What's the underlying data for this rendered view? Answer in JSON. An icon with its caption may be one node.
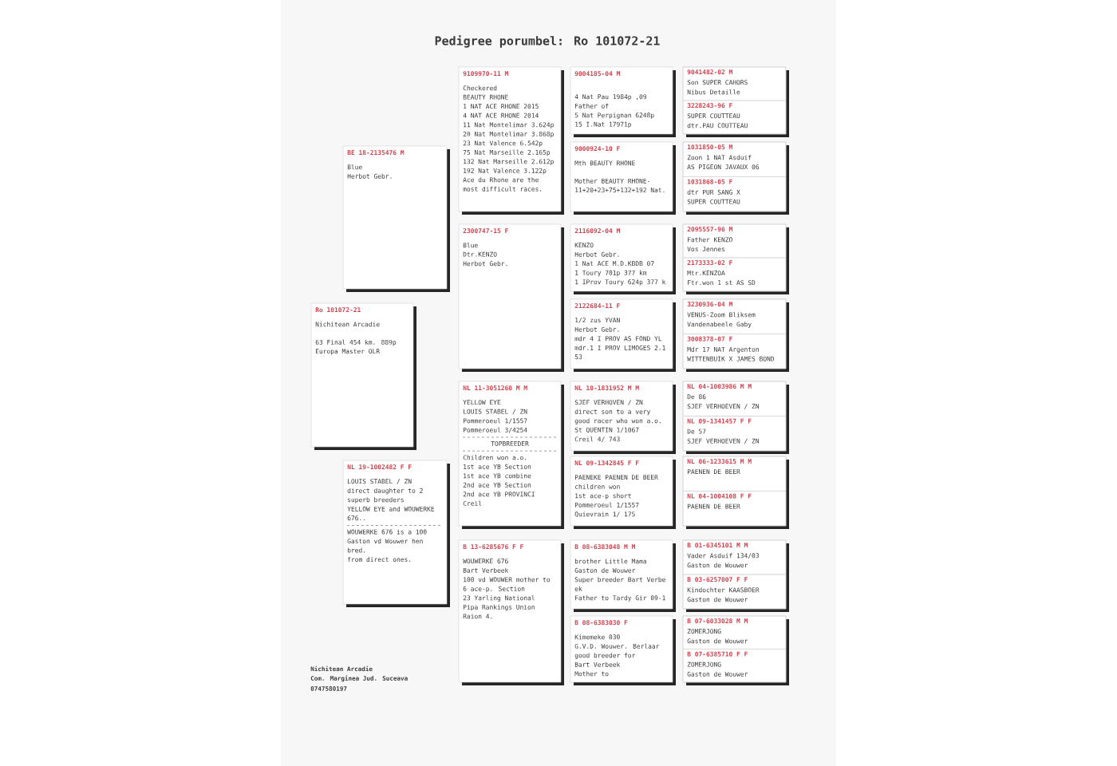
{
  "diagram": {
    "title": "Pedigree porumbel: Ro 101072-21",
    "nodes": [
      {
        "text": [
          "BE 18-2135476 M",
          "Blue",
          "Herbot Gebr."
        ]
      },
      {
        "text": [
          "Ro 101072-21",
          "Nichitean Arcadie",
          "63 Final 454 km. 889p",
          "Europa Master OLR"
        ]
      },
      {
        "text": [
          "NL 19-1002482 F F",
          "LOUIS STABEL / ZN",
          "direct daughter to 2",
          "superb breeders",
          "YELLOW EYE and WOUWERKE",
          "676..",
          "WOUWERKE 676 is a 100",
          "Gaston vd Wouwer hen",
          "bred.",
          "from direct ones."
        ]
      },
      {
        "text": [
          "9109970-11 M",
          "Checkered",
          "BEAUTY RHONE",
          "1 NAT ACE RHONE 2015",
          "4 NAT ACE RHONE 2014",
          "11 Nat Montelimar 3.624p",
          "20 Nat Montelimar 3.868p",
          "23 Nat Valence 6.542p",
          "75 Nat Marseille 2.165p",
          "132 Nat Marseille 2.612p",
          "192 Nat Valence 3.122p",
          "Ace du Rhone are the",
          "most difficult races."
        ]
      },
      {
        "text": [
          "2300747-15 F",
          "Blue",
          "Dtr.KENZO",
          "Herbot Gebr."
        ]
      },
      {
        "text": [
          "NL 11-3051260 M M",
          "YELLOW EYE",
          "LOUIS STABEL / ZN",
          "Pommeroeul 1/1557",
          "Pommeroeul 3/4254",
          "TOPBREEDER",
          "Children won a.o.",
          "1st ace YB Section",
          "1st ace YB combine",
          "2nd ace YB Section",
          "2nd ace YB PROVINCI",
          "Creil"
        ]
      },
      {
        "text": [
          "B 13-6285676 F F",
          "WOUWERKE 676",
          "Bart Verbeek",
          "100 vd WOUWER mother to",
          "6 ace-p. Section",
          "23 Yarling National",
          "Pipa Rankings Union",
          "Raion 4."
        ]
      },
      {
        "text": [
          "9004185-04 M",
          "4 Nat Pau 1984p ,09",
          "Father of",
          "5 Nat Perpignan 6248p",
          "15 I.Nat 17971p"
        ]
      },
      {
        "text": [
          "9000924-10 F",
          "Mth BEAUTY RHONE",
          "Mother BEAUTY RHONE-",
          "11+20+23+75+132+192 Nat."
        ]
      },
      {
        "text": [
          "2116092-04 M",
          "KENZO",
          "Herbot Gebr.",
          "1 Nat ACE M.D.KBDB 07",
          "1 Toury 701p 377 km",
          "1 IProv Toury 624p 377 k"
        ]
      },
      {
        "text": [
          "2122684-11 F",
          "1/2 zus YVAN",
          "Herbot Gebr.",
          "mdr 4 I PROV AS FOND YL",
          "mdr.1 I PROV LIMOGES 2.1",
          "53"
        ]
      },
      {
        "text": [
          "NL 10-1831952 M M",
          "SJEF VERHOVEN / ZN",
          "direct son to a very",
          "good racer who won a.o.",
          "St QUENTIN 1/1067",
          "Creil 4/ 743"
        ]
      },
      {
        "text": [
          "NL 09-1342845 F F",
          "PAENEKE PAENEN DE BEER",
          "children won",
          "1st ace-p short",
          "Pommeroeul 1/1557",
          "Quievrain 1/ 175"
        ]
      },
      {
        "text": [
          "B 08-6383048 M M",
          "brother Little Mama",
          "Gaston de Wouwer",
          "Super breeder Bart Verbe",
          "ek",
          "Father to Tardy Gir 09-1"
        ]
      },
      {
        "text": [
          "B 08-6383030 F",
          "Kimemeke 030",
          "G.V.D. Wouwer. Berlaar",
          "good breeder for",
          "Bart Verbeek",
          "Mother to"
        ]
      },
      {
        "text": [],
        "shape": "box"
      },
      {
        "text": [
          "9041482-02 M",
          "Son SUPER CAHORS",
          "Nibus Detaille"
        ],
        "in": 15
      },
      {
        "text": [
          "3228243-96 F",
          "SUPER COUTTEAU",
          "dtr.PAU COUTTEAU"
        ],
        "in": 15
      },
      {
        "text": [],
        "shape": "box"
      },
      {
        "text": [
          "1031850-05 M",
          "Zoon 1 NAT Asduif",
          "AS PIGEON JAVAUX 06"
        ],
        "in": 18
      },
      {
        "text": [
          "1031868-05 F",
          "dtr PUR SANG X",
          "SUPER COUTTEAU"
        ],
        "in": 18
      },
      {
        "text": [],
        "shape": "box"
      },
      {
        "text": [
          "2095557-96 M",
          "Father KENZO",
          "Vos Jennes"
        ],
        "in": 21
      },
      {
        "text": [
          "2173333-02 F",
          "Mtr.KENZOA",
          "Ftr.won 1 st AS SD"
        ],
        "in": 21
      },
      {
        "text": [],
        "shape": "box"
      },
      {
        "text": [
          "3230936-04 M",
          "VENUS-Zoom Bliksem",
          "Vandenabeele Gaby"
        ],
        "in": 24
      },
      {
        "text": [
          "3008378-07 F",
          "Mdr 17 NAT Argenton",
          "WITTENBUIK X JAMES BOND"
        ],
        "in": 24
      },
      {
        "text": [],
        "shape": "box"
      },
      {
        "text": [
          "NL 04-1003986 M M",
          "De 86",
          "SJEF VERHOEVEN / ZN"
        ],
        "in": 27
      },
      {
        "text": [
          "NL 09-1341457 F F",
          "De 57",
          "SJEF VERHOEVEN / ZN"
        ],
        "in": 27
      },
      {
        "text": [],
        "shape": "box"
      },
      {
        "text": [
          "NL 06-1233615 M M",
          "PAENEN DE BEER"
        ],
        "in": 30
      },
      {
        "text": [
          "NL 04-1004108 F F",
          "PAENEN DE BEER"
        ],
        "in": 30
      },
      {
        "text": [],
        "shape": "box"
      },
      {
        "text": [
          "B 01-6345101 M M",
          "Vader Asduif 134/03",
          "Gaston de Wouwer"
        ],
        "in": 33
      },
      {
        "text": [
          "B 03-6257007 F F",
          "Kindochter KAASBOER",
          "Gaston de Wouwer"
        ],
        "in": 33
      },
      {
        "text": [],
        "shape": "box"
      },
      {
        "text": [
          "B 07-6033028 M M",
          "ZOMERJONG",
          "Gaston de Wouwer"
        ],
        "in": 36
      },
      {
        "text": [
          "B 07-6385710 F F",
          "ZOMERJONG",
          "Gaston de Wouwer"
        ],
        "in": 36
      }
    ],
    "labels": [
      "Nichitean Arcadie",
      "Com. Marginea Jud. Suceava",
      "0747580197"
    ]
  }
}
